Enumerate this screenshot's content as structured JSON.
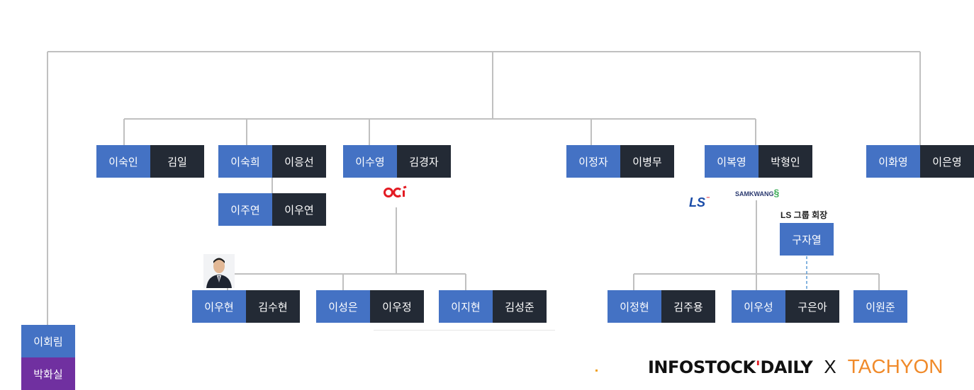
{
  "colors": {
    "blue": "#4472c4",
    "dark": "#232a35",
    "purple": "#7030a0",
    "line": "#c0c0c0",
    "dashed": "#5b9bd5",
    "accent_orange": "#f08a2a",
    "accent_red": "#e31b23"
  },
  "root": {
    "name": "이회림",
    "spouse": "박화실"
  },
  "children": [
    {
      "name": "이숙인",
      "spouse": "김일"
    },
    {
      "name": "이숙희",
      "spouse": "이응선"
    },
    {
      "name": "이수영",
      "spouse": "김경자"
    },
    {
      "name": "이정자",
      "spouse": "이병무"
    },
    {
      "name": "이복영",
      "spouse": "박형인"
    },
    {
      "name": "이화영",
      "spouse": "이은영"
    }
  ],
  "sukhee_child": {
    "name": "이주연",
    "spouse": "이우연"
  },
  "suyoung_children": [
    {
      "name": "이우현",
      "spouse": "김수현"
    },
    {
      "name": "이성은",
      "spouse": "이우정"
    },
    {
      "name": "이지현",
      "spouse": "김성준"
    }
  ],
  "bokyoung_children": [
    {
      "name": "이정현",
      "spouse": "김주용"
    },
    {
      "name": "이우성",
      "spouse": "구은아"
    },
    {
      "name": "이원준"
    }
  ],
  "in_law": {
    "label": "LS 그룹 회장",
    "name": "구자열"
  },
  "logos": {
    "oci": "OCI",
    "oci_icon": "oci-logo",
    "ls": "LS",
    "samkwang": "SAMKWANG",
    "portrait_icon": "person-portrait-icon"
  },
  "footer": {
    "brand_left": "INFOSTOCK",
    "brand_left_2": "DAILY",
    "separator": "X",
    "brand_right": "TACHYON"
  }
}
